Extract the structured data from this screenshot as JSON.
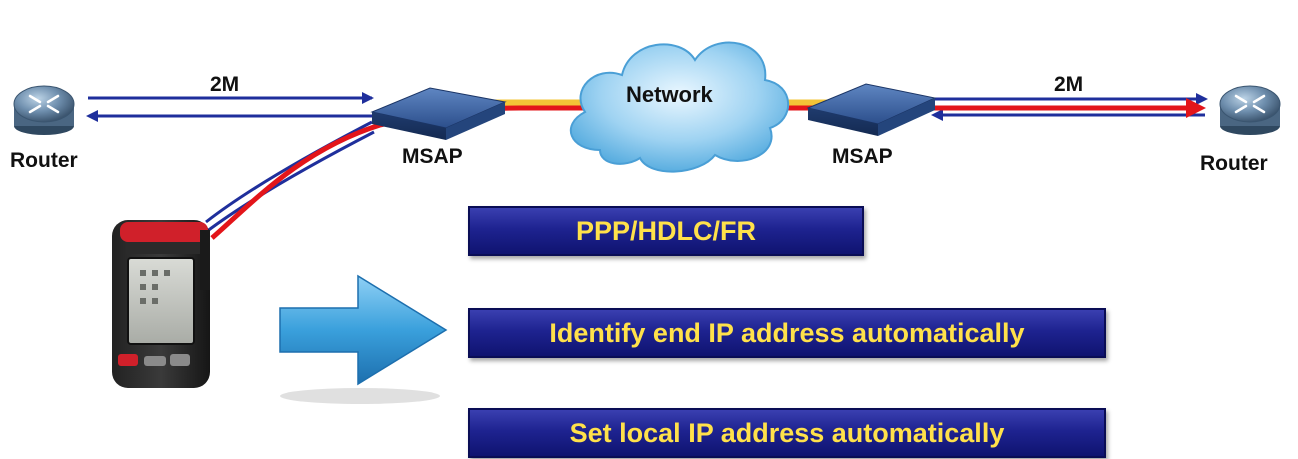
{
  "nodes": {
    "router_left": "Router",
    "msap_left": "MSAP",
    "network": "Network",
    "msap_right": "MSAP",
    "router_right": "Router"
  },
  "links": {
    "left_rate": "2M",
    "right_rate": "2M"
  },
  "banners": {
    "protocol": "PPP/HDLC/FR",
    "identify": "Identify end IP address automatically",
    "set_local": "Set local IP address automatically"
  },
  "colors": {
    "link_blue": "#1f2f9c",
    "signal_red": "#e3151a",
    "banner_bg": "#1e2390",
    "banner_text": "#ffe14a",
    "arrow_blue": "#3aa0dc"
  },
  "icons": [
    "router-icon",
    "msap-icon",
    "network-cloud-icon",
    "tester-device-icon",
    "right-arrow-icon"
  ]
}
